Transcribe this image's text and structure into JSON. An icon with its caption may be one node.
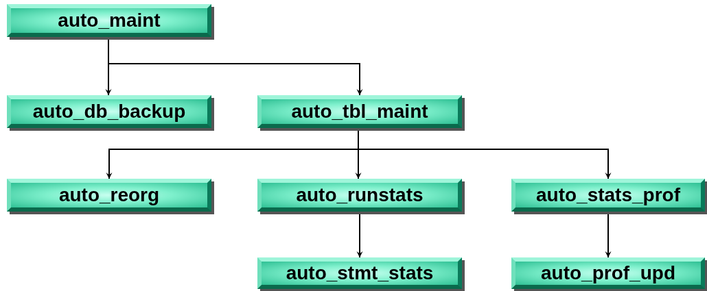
{
  "diagram": {
    "nodes": [
      {
        "text": [
          "auto_maint"
        ]
      },
      {
        "text": [
          "auto_db_backup"
        ]
      },
      {
        "text": [
          "auto_tbl_maint"
        ]
      },
      {
        "text": [
          "auto_reorg"
        ]
      },
      {
        "text": [
          "auto_runstats"
        ]
      },
      {
        "text": [
          "auto_stats_prof"
        ]
      },
      {
        "text": [
          "auto_stmt_stats"
        ]
      },
      {
        "text": [
          "auto_prof_upd"
        ]
      }
    ],
    "edges": [
      {
        "from": 0,
        "to": 1,
        "arrow": "to"
      },
      {
        "from": 0,
        "to": 2,
        "arrow": "to"
      },
      {
        "from": 2,
        "to": 3,
        "arrow": "to"
      },
      {
        "from": 2,
        "to": 4,
        "arrow": "to"
      },
      {
        "from": 2,
        "to": 5,
        "arrow": "to"
      },
      {
        "from": 4,
        "to": 6,
        "arrow": "to"
      },
      {
        "from": 5,
        "to": 7,
        "arrow": "to"
      }
    ]
  }
}
